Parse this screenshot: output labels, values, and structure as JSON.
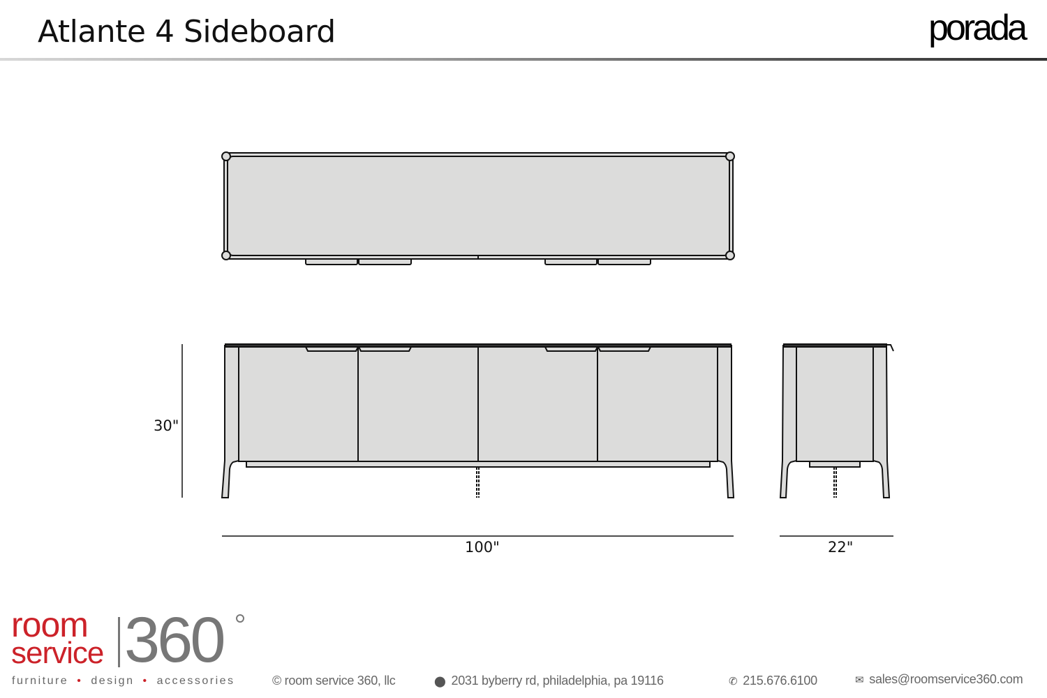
{
  "header": {
    "title": "Atlante 4 Sideboard",
    "brand": "porada"
  },
  "dimensions": {
    "height": "30\"",
    "width": "100\"",
    "depth": "22\""
  },
  "footer": {
    "logo": {
      "line1": "room",
      "line2": "service",
      "number": "360"
    },
    "tagline": [
      "furniture",
      "design",
      "accessories"
    ],
    "copyright": "© room service 360, llc",
    "address": "2031 byberry rd, philadelphia, pa 19116",
    "phone": "215.676.6100",
    "email": "sales@roomservice360.com",
    "icons": {
      "address": "map-pin-icon",
      "phone": "phone-icon",
      "email": "envelope-icon"
    }
  },
  "colors": {
    "accent": "#cc2229",
    "logo_gray": "#777777",
    "drawing_fill": "#dcdcdb"
  }
}
